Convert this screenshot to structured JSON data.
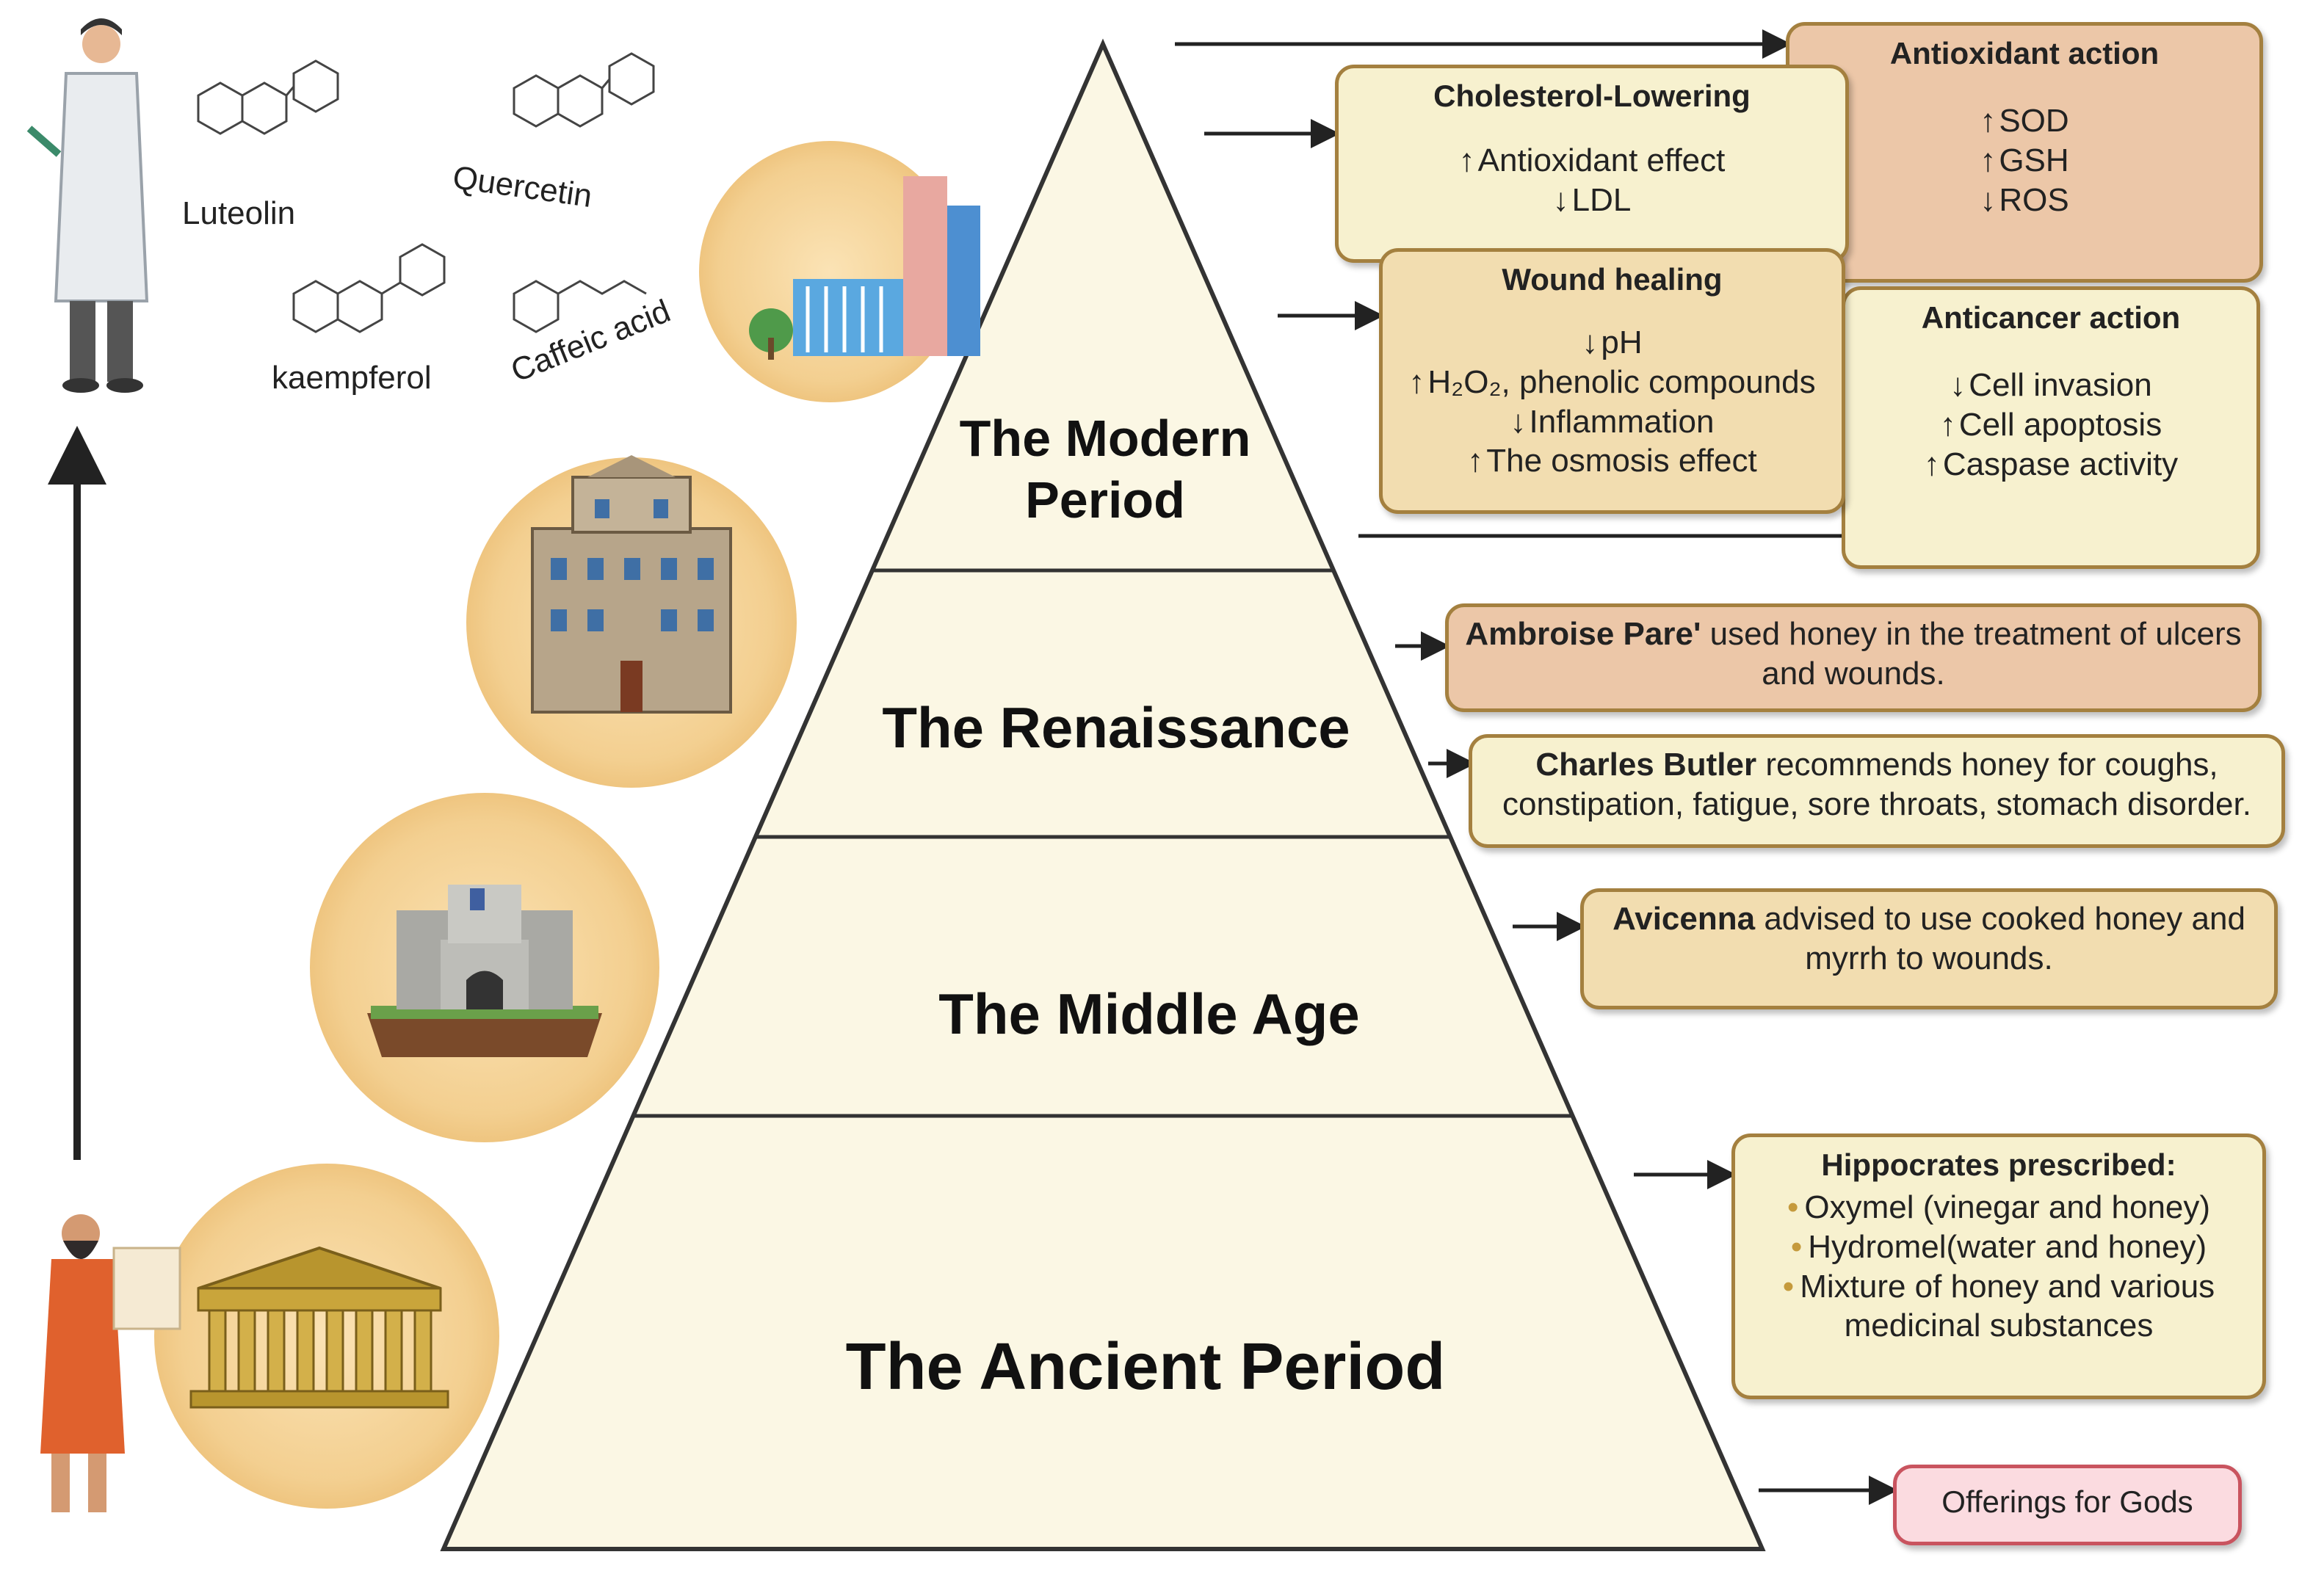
{
  "periods": [
    {
      "id": "modern",
      "label": "The Modern Period"
    },
    {
      "id": "renaissance",
      "label": "The Renaissance"
    },
    {
      "id": "middle",
      "label": "The Middle Age"
    },
    {
      "id": "ancient",
      "label": "The Ancient Period"
    }
  ],
  "molecules": [
    "Luteolin",
    "Quercetin",
    "kaempferol",
    "Caffeic acid"
  ],
  "boxes": {
    "antioxidant": {
      "title": "Antioxidant action",
      "items": [
        "SOD",
        "GSH",
        "ROS"
      ],
      "dirs": [
        "up",
        "up",
        "down"
      ]
    },
    "cholesterol": {
      "title": "Cholesterol-Lowering",
      "items": [
        "Antioxidant effect",
        "LDL"
      ],
      "dirs": [
        "up",
        "down"
      ]
    },
    "wound": {
      "title": "Wound healing",
      "items": [
        "pH",
        "H₂O₂, phenolic compounds",
        "Inflammation",
        "The osmosis effect"
      ],
      "dirs": [
        "down",
        "up",
        "down",
        "up"
      ]
    },
    "anticancer": {
      "title": "Anticancer action",
      "items": [
        "Cell invasion",
        "Cell apoptosis",
        "Caspase activity"
      ],
      "dirs": [
        "down",
        "up",
        "up"
      ]
    },
    "pare": {
      "bold": "Ambroise Pare'",
      "text": " used honey in the treatment of ulcers and wounds."
    },
    "butler": {
      "bold": "Charles Butler",
      "text": " recommends honey for coughs, constipation, fatigue, sore throats, stomach disorder."
    },
    "avicenna": {
      "bold": "Avicenna",
      "text": " advised to use cooked honey and myrrh to wounds."
    },
    "hippocrates": {
      "title": "Hippocrates prescribed:",
      "items": [
        "Oxymel (vinegar and honey)",
        "Hydromel(water and honey)",
        "Mixture of honey  and various medicinal substances"
      ]
    },
    "offerings": {
      "text": "Offerings for Gods"
    }
  },
  "colors": {
    "pyramid_fill": "#fbf7e4",
    "box_cream": "#f7f1cf",
    "box_tan": "#f2ddb0",
    "box_salmon": "#ecc7a8",
    "box_pink": "#fbdbe0",
    "box_border": "#a4803f",
    "arrow": "#222222"
  }
}
